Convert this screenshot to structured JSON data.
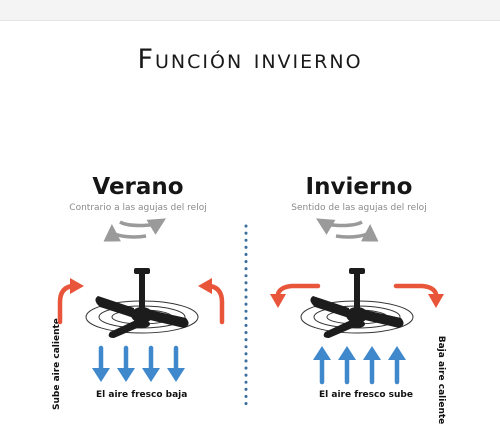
{
  "title": "Función invierno",
  "colors": {
    "hot": "#e8553a",
    "cool": "#3f88cc",
    "gray": "#9a9a9a",
    "divider": "#3d6f9c",
    "fan": "#1c1c1c"
  },
  "summer": {
    "heading": "Verano",
    "subtitle": "Contrario a las agujas del reloj",
    "bottom_caption": "El aire fresco baja",
    "side_label": "Sube aire caliente"
  },
  "winter": {
    "heading": "Invierno",
    "subtitle": "Sentido de las agujas del reloj",
    "bottom_caption": "El aire fresco sube",
    "side_label": "Baja aire caliente"
  }
}
